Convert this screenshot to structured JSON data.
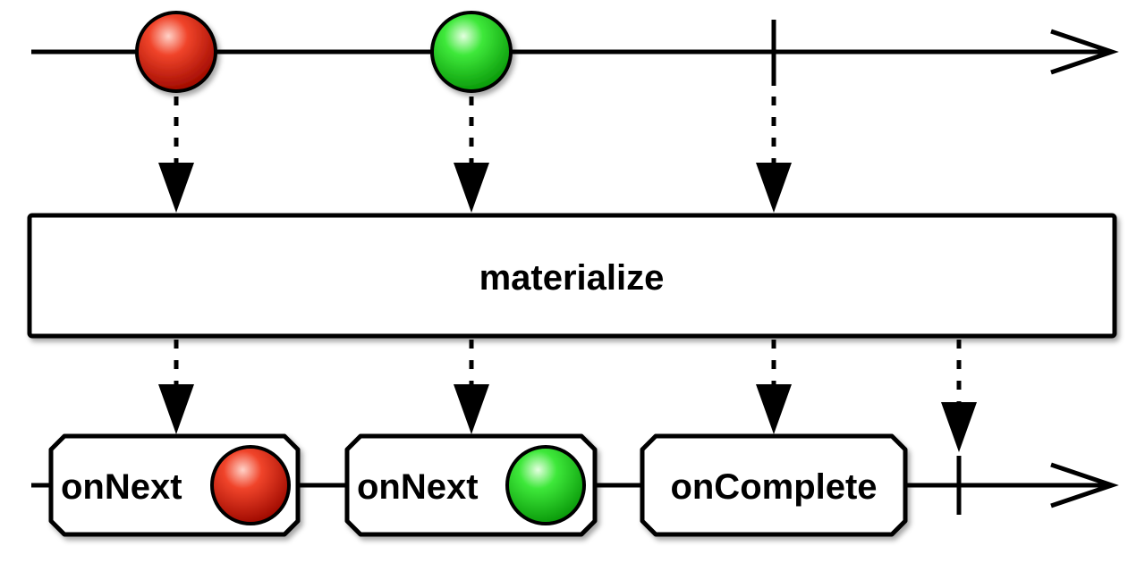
{
  "operator": {
    "label": "materialize"
  },
  "source": {
    "items": [
      {
        "kind": "marble",
        "color": "red"
      },
      {
        "kind": "marble",
        "color": "green"
      },
      {
        "kind": "completion"
      }
    ]
  },
  "output": {
    "notifications": [
      {
        "label": "onNext",
        "marble_color": "red"
      },
      {
        "label": "onNext",
        "marble_color": "green"
      },
      {
        "label": "onComplete"
      }
    ]
  },
  "colors": {
    "red": "#e0200e",
    "green": "#22d122",
    "stroke": "#000000"
  }
}
